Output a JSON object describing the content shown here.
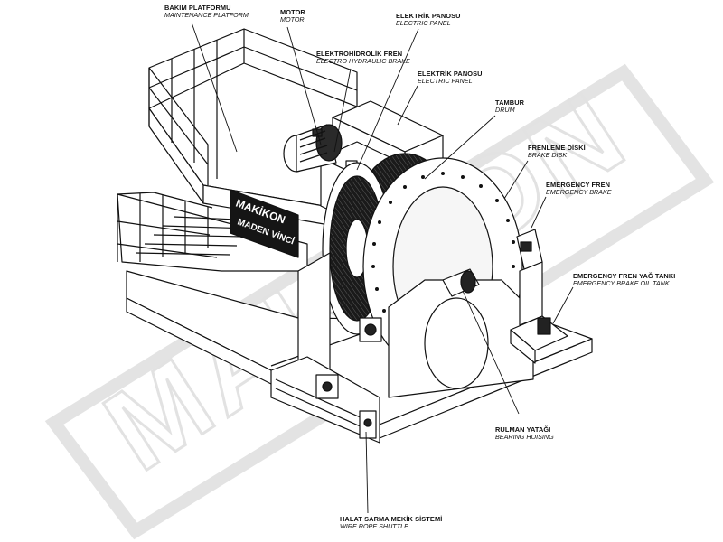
{
  "watermark": "MAKİKON",
  "machine_signage": {
    "brand": "MAKİKON",
    "subtitle": "MADEN VİNCİ"
  },
  "labels": {
    "maintenance_platform": {
      "tr": "BAKIM PLATFORMU",
      "en": "MAINTENANCE PLATFORM"
    },
    "motor": {
      "tr": "MOTOR",
      "en": "MOTOR"
    },
    "electro_hydraulic_brake": {
      "tr": "ELEKTROHİDROLİK FREN",
      "en": "ELECTRO HYDRAULIC BRAKE"
    },
    "electric_panel_1": {
      "tr": "ELEKTRİK PANOSU",
      "en": "ELECTRIC PANEL"
    },
    "electric_panel_2": {
      "tr": "ELEKTRİK PANOSU",
      "en": "ELECTRIC PANEL"
    },
    "drum": {
      "tr": "TAMBUR",
      "en": "DRUM"
    },
    "brake_disk": {
      "tr": "FRENLEME DİSKİ",
      "en": "BRAKE DISK"
    },
    "emergency_brake": {
      "tr": "EMERGENCY FREN",
      "en": "EMERGENCY BRAKE"
    },
    "emergency_brake_oil_tank": {
      "tr": "EMERGENCY FREN YAĞ TANKI",
      "en": "EMERGENCY BRAKE OIL TANK"
    },
    "bearing_housing": {
      "tr": "RULMAN YATAĞI",
      "en": "BEARING HOISING"
    },
    "wire_rope_shuttle": {
      "tr": "HALAT SARMA MEKİK SİSTEMİ",
      "en": "WIRE ROPE SHUTTLE"
    }
  },
  "colors": {
    "line": "#111111",
    "watermark": "#e6e6e6",
    "drum": "#1a1a1a"
  }
}
